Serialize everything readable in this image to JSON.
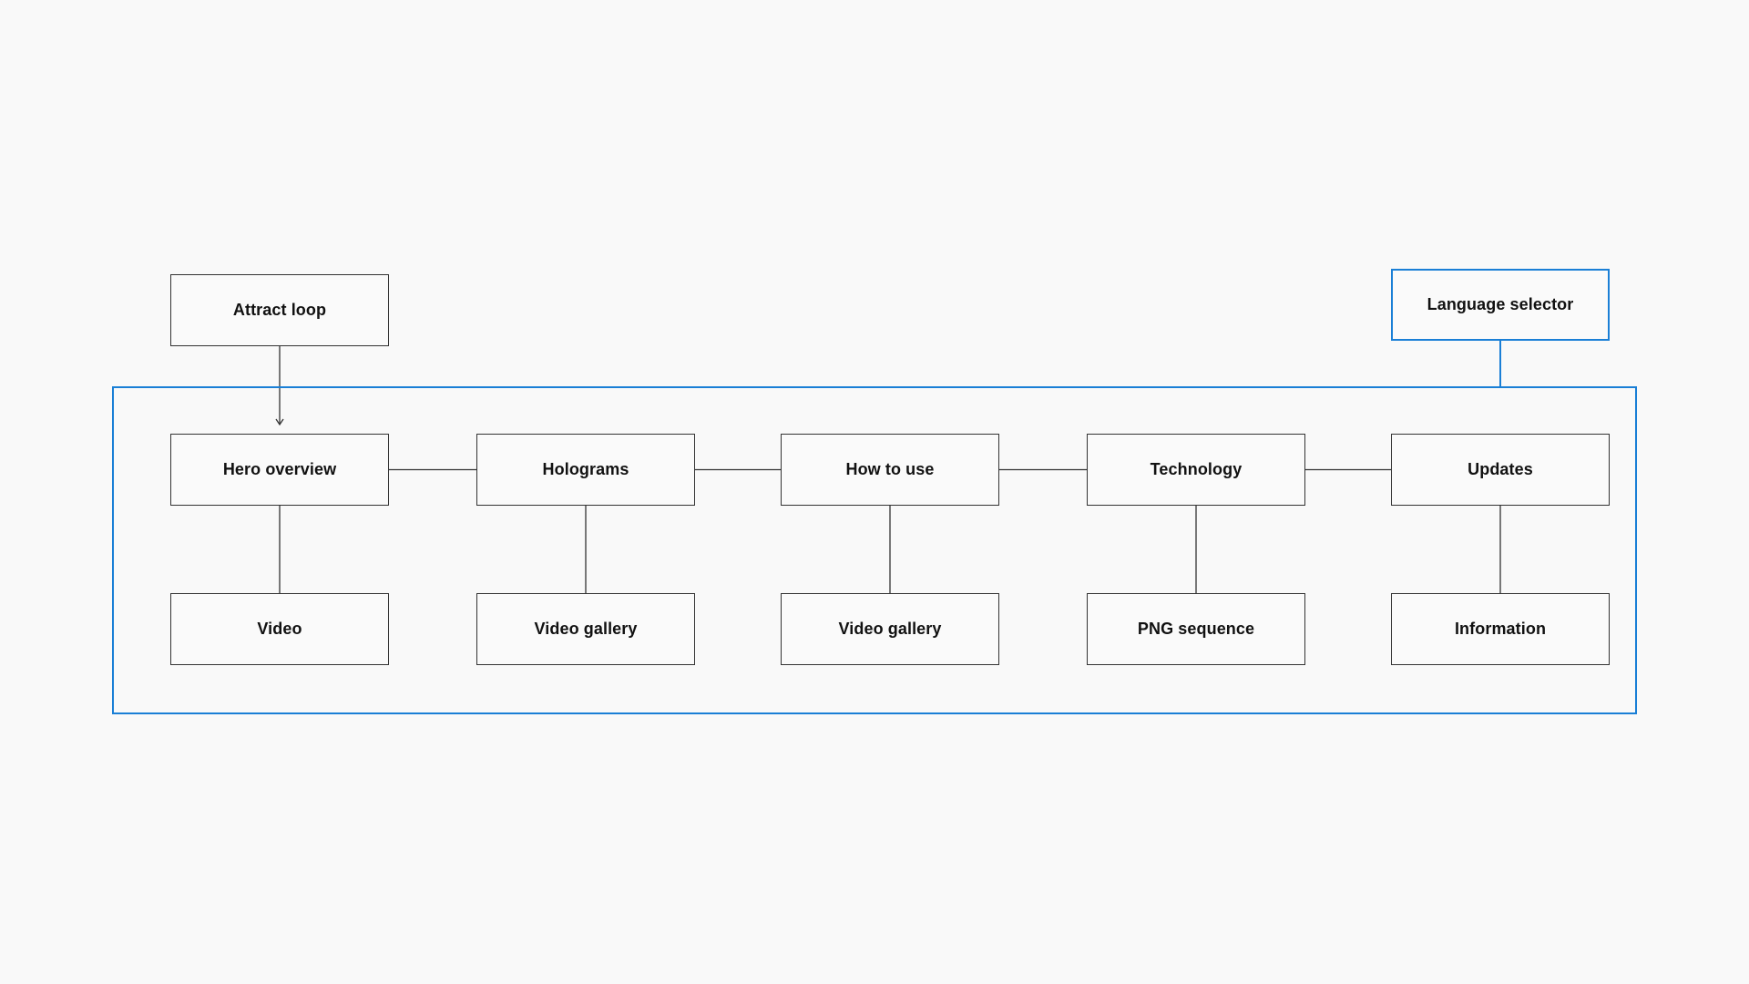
{
  "colors": {
    "background": "#f9f9f9",
    "node_border": "#333333",
    "accent": "#1a7fd6",
    "text": "#111111"
  },
  "diagram": {
    "top_nodes": {
      "attract_loop": "Attract loop",
      "language_selector": "Language selector"
    },
    "sections": [
      {
        "label": "Hero overview",
        "child": "Video"
      },
      {
        "label": "Holograms",
        "child": "Video gallery"
      },
      {
        "label": "How to use",
        "child": "Video gallery"
      },
      {
        "label": "Technology",
        "child": "PNG sequence"
      },
      {
        "label": "Updates",
        "child": "Information"
      }
    ]
  }
}
